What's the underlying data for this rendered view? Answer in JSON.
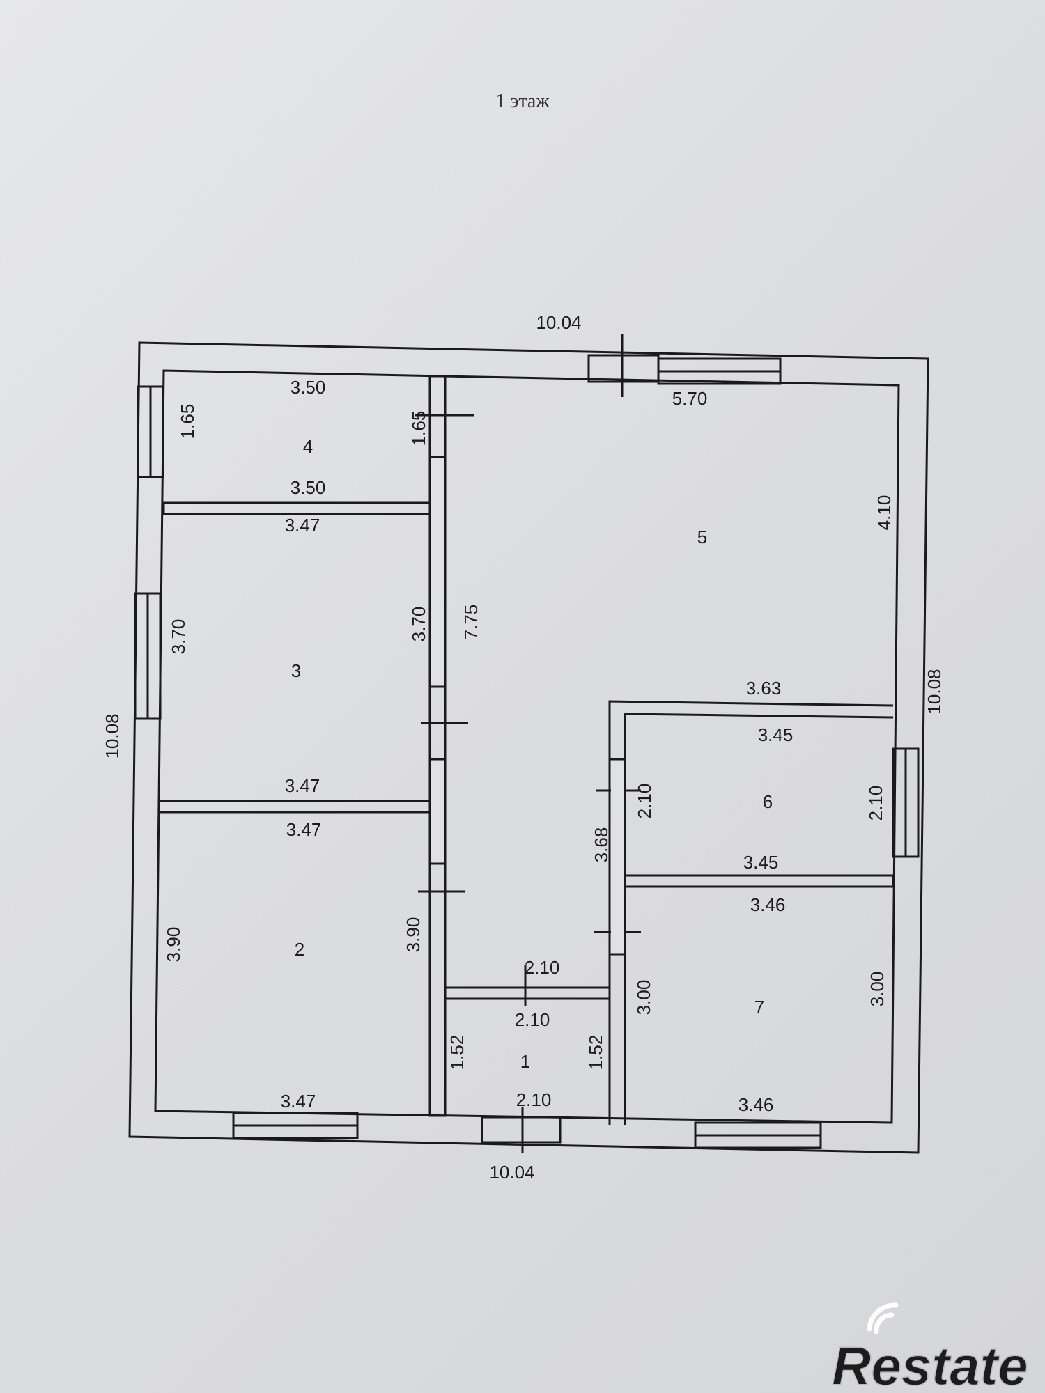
{
  "title": "1 этаж",
  "outer": {
    "top": "10.04",
    "bottom": "10.04",
    "left": "10.08",
    "right": "10.08"
  },
  "rooms": {
    "r1": {
      "num": "1",
      "top": "2.10",
      "top_outer": "2.10",
      "bottom": "2.10",
      "left": "1.52",
      "right": "1.52"
    },
    "r2": {
      "num": "2",
      "top": "3.47",
      "bottom": "3.47",
      "left": "3.90",
      "right": "3.90"
    },
    "r3": {
      "num": "3",
      "top": "3.47",
      "bottom": "3.47",
      "left": "3.70",
      "right": "3.70"
    },
    "r4": {
      "num": "4",
      "top": "3.50",
      "bottom": "3.50",
      "left": "1.65",
      "right": "1.65"
    },
    "r5": {
      "num": "5",
      "top": "5.70",
      "right": "4.10",
      "left": "7.75",
      "bottom": "3.63"
    },
    "r6": {
      "num": "6",
      "top": "3.45",
      "bottom": "3.45",
      "left": "2.10",
      "right": "2.10",
      "outer_left": "3.68"
    },
    "r7": {
      "num": "7",
      "top": "3.46",
      "bottom": "3.46",
      "left": "3.00",
      "right": "3.00"
    }
  },
  "watermark": "Restate"
}
